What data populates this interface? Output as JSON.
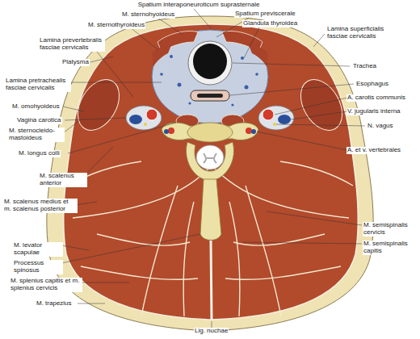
{
  "diagram": {
    "labels": [
      "Spatium interaponeuroticum suprasternale",
      "M. sternohyoideus",
      "Spatium previscerale",
      "M. sternothyroideus",
      "Glandula thyroidea",
      "Lamina superficialis fasciae cervicalis",
      "Lamina prevertebralis fasciae cervicalis",
      "Platysma",
      "Trachea",
      "Lamina pretrachealis fasciae cervicalis",
      "Esophagus",
      "M. omohyoideus",
      "A. carotis communis",
      "Vagina carotica",
      "V. jugularis interna",
      "M. sternocleido-mastoideus",
      "N. vagus",
      "M. longus colli",
      "A. et v. vertebrales",
      "M. scalenus anterior",
      "M. scalenus medius et m. scalenus posterior",
      "M. semispinalis cervicis",
      "M. semispinalis capitis",
      "M. levator scapulae",
      "Processus spinosus",
      "M. splenius capitis et m. splenius cervicis",
      "M. trapezius",
      "Lig. nuchae"
    ]
  }
}
